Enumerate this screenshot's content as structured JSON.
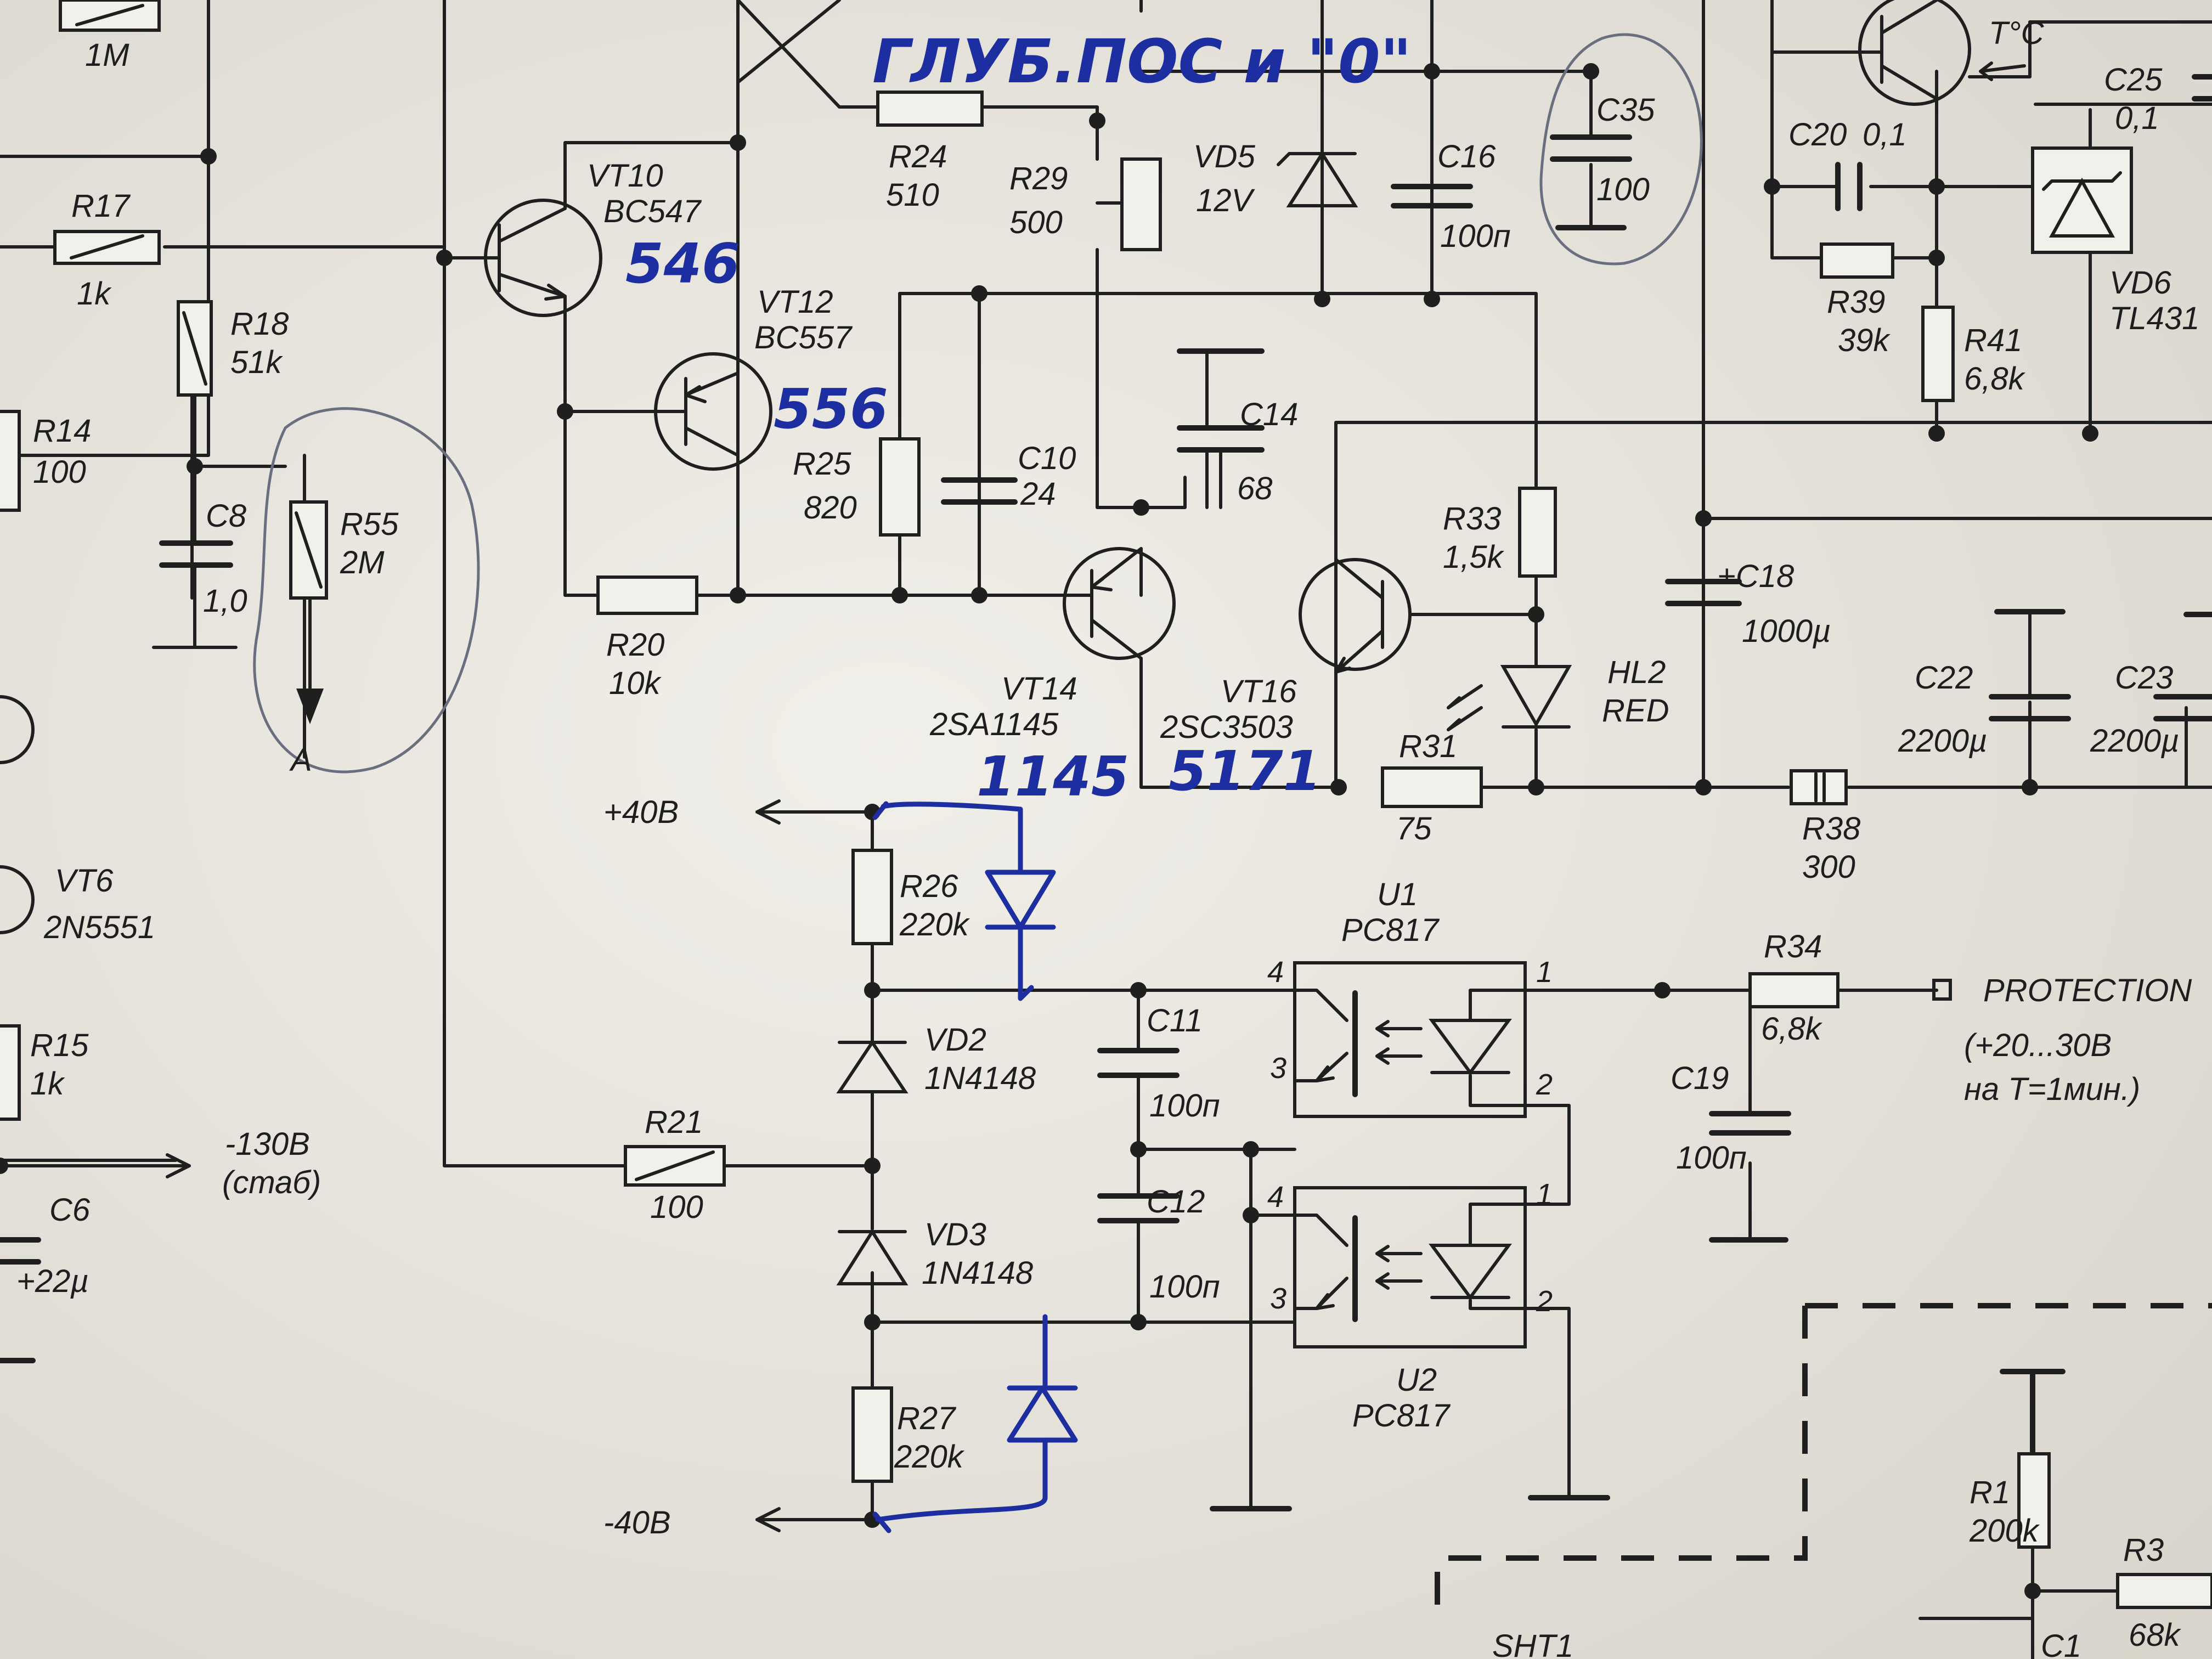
{
  "schematic": {
    "transistors": {
      "vt10": {
        "ref": "VT10",
        "part": "BC547",
        "note": "546"
      },
      "vt12": {
        "ref": "VT12",
        "part": "BC557",
        "note": "556"
      },
      "vt14": {
        "ref": "VT14",
        "part": "2SA1145",
        "note": "1145"
      },
      "vt16": {
        "ref": "VT16",
        "part": "2SC3503",
        "note": "5171"
      },
      "vt6": {
        "ref": "VT6",
        "part": "2N5551"
      }
    },
    "resistors": {
      "r17": {
        "ref": "R17",
        "value": "1k"
      },
      "r18": {
        "ref": "R18",
        "value": "51k"
      },
      "r14": {
        "ref": "R14",
        "value": "100"
      },
      "r55": {
        "ref": "R55",
        "value": "2M"
      },
      "r15": {
        "ref": "R15",
        "value": "1k"
      },
      "r20": {
        "ref": "R20",
        "value": "10k"
      },
      "r24": {
        "ref": "R24",
        "value": "510"
      },
      "r29": {
        "ref": "R29",
        "value": "500"
      },
      "r25": {
        "ref": "R25",
        "value": "820"
      },
      "r33": {
        "ref": "R33",
        "value": "1,5k"
      },
      "r31": {
        "ref": "R31",
        "value": "75"
      },
      "r38": {
        "ref": "R38",
        "value": "300"
      },
      "r26": {
        "ref": "R26",
        "value": "220k"
      },
      "r27": {
        "ref": "R27",
        "value": "220k"
      },
      "r21": {
        "ref": "R21",
        "value": "100"
      },
      "r34": {
        "ref": "R34",
        "value": "6,8k"
      },
      "r39": {
        "ref": "R39",
        "value": "39k"
      },
      "r41": {
        "ref": "R41",
        "value": "6,8k"
      },
      "r1": {
        "ref": "R1",
        "value": "200k"
      },
      "r3": {
        "ref": "R3",
        "value": "68k"
      },
      "top": {
        "value": "1M"
      }
    },
    "capacitors": {
      "c8": {
        "ref": "C8",
        "value": "1,0"
      },
      "c6": {
        "ref": "C6",
        "value": "+22µ"
      },
      "c10": {
        "ref": "C10",
        "value": "24"
      },
      "c14": {
        "ref": "C14",
        "value": "68"
      },
      "c16": {
        "ref": "C16",
        "value": "100п"
      },
      "c35": {
        "ref": "C35",
        "value": "100"
      },
      "c18": {
        "ref": "+C18",
        "value": "1000µ"
      },
      "c22": {
        "ref": "C22",
        "value": "2200µ"
      },
      "c23": {
        "ref": "C23",
        "value": "2200µ"
      },
      "c11": {
        "ref": "C11",
        "value": "100п"
      },
      "c12": {
        "ref": "C12",
        "value": "100п"
      },
      "c19": {
        "ref": "C19",
        "value": "100п"
      },
      "c20": {
        "ref": "C20",
        "value": "0,1"
      },
      "c25": {
        "ref": "C25",
        "value": "0,1"
      },
      "c1": {
        "ref": "C1"
      }
    },
    "diodes": {
      "vd5": {
        "ref": "VD5",
        "value": "12V"
      },
      "vd2": {
        "ref": "VD2",
        "part": "1N4148"
      },
      "vd3": {
        "ref": "VD3",
        "part": "1N4148"
      },
      "vd6": {
        "ref": "VD6",
        "part": "TL431"
      },
      "hl2": {
        "ref": "HL2",
        "part": "RED"
      }
    },
    "optocouplers": {
      "u1": {
        "ref": "U1",
        "part": "PC817"
      },
      "u2": {
        "ref": "U2",
        "part": "PC817"
      }
    },
    "pins": {
      "p1": "1",
      "p2": "2",
      "p3": "3",
      "p4": "4"
    },
    "rails": {
      "plus40": "+40В",
      "minus40": "-40В",
      "minus130": "-130В",
      "minus130_note": "(стаб)"
    },
    "protection": {
      "label": "PROTECTION",
      "line1": "(+20...30В",
      "line2": "на T=1мин.)"
    },
    "misc": {
      "temp": "T°C",
      "point_a": "A",
      "bottom_ref": "SHT1"
    },
    "handwriting": {
      "top_note": "ГЛУБ.ПОС и \"0\""
    }
  }
}
